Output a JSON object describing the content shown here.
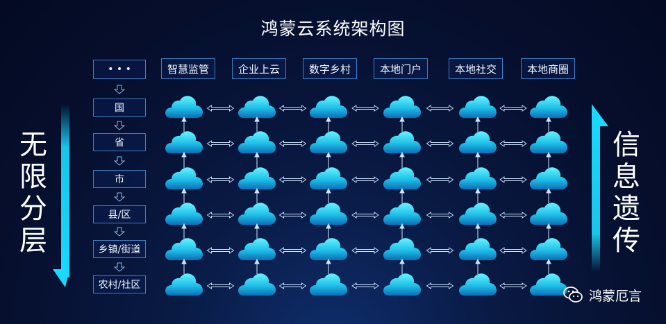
{
  "title": "鸿蒙云系统架构图",
  "levels": [
    "• • •",
    "国",
    "省",
    "市",
    "县/区",
    "乡镇/街道",
    "农村/社区"
  ],
  "columns": [
    "智慧监管",
    "企业上云",
    "数字乡村",
    "本地门户",
    "本地社交",
    "本地商圈"
  ],
  "left_vertical": [
    "无",
    "限",
    "分",
    "层"
  ],
  "right_vertical": [
    "信",
    "息",
    "遗",
    "传"
  ],
  "watermark": "鸿蒙厄言",
  "colors": {
    "accent": "#19d9ff",
    "cloud_top": "#5cf3ff",
    "cloud_bottom": "#0a78c4",
    "box_border": "#3f7fc4"
  },
  "icons": {
    "cloud": "cloud-icon",
    "bidirectional": "double-arrow-icon",
    "up": "arrow-up-icon",
    "down": "arrow-down-icon",
    "wechat": "wechat-icon"
  }
}
